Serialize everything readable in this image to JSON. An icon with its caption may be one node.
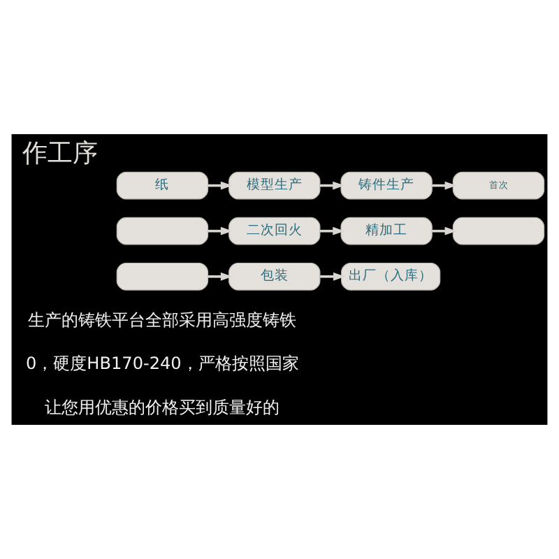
{
  "diagram": {
    "title": "作工序",
    "nodes": [
      {
        "text": [
          "纸"
        ]
      },
      {
        "text": [
          "模型生产"
        ]
      },
      {
        "text": [
          "铸件生产"
        ]
      },
      {
        "text": [
          "首次"
        ]
      },
      {
        "text": [],
        "shape": "box"
      },
      {
        "text": [
          "二次回火"
        ]
      },
      {
        "text": [
          "精加工"
        ]
      },
      {
        "text": [],
        "shape": "box"
      },
      {
        "text": [],
        "shape": "box"
      },
      {
        "text": [
          "包装"
        ]
      },
      {
        "text": [
          "出厂（入库）"
        ]
      }
    ],
    "edges": [
      {
        "from": 0,
        "to": 1,
        "arrow": "to"
      },
      {
        "from": 1,
        "to": 2,
        "arrow": "to"
      },
      {
        "from": 2,
        "to": 3,
        "arrow": "to"
      },
      {
        "from": 4,
        "to": 5,
        "arrow": "to"
      },
      {
        "from": 5,
        "to": 6,
        "arrow": "to"
      },
      {
        "from": 6,
        "to": 7,
        "arrow": "to"
      },
      {
        "from": 8,
        "to": 9,
        "arrow": "to"
      },
      {
        "from": 9,
        "to": 10,
        "arrow": "to"
      }
    ],
    "labels": [
      "生产的铸铁平台全部采用高强度铸铁",
      "0，硬度HB170-240，严格按照国家",
      "让您用优惠的价格买到质量好的"
    ]
  }
}
